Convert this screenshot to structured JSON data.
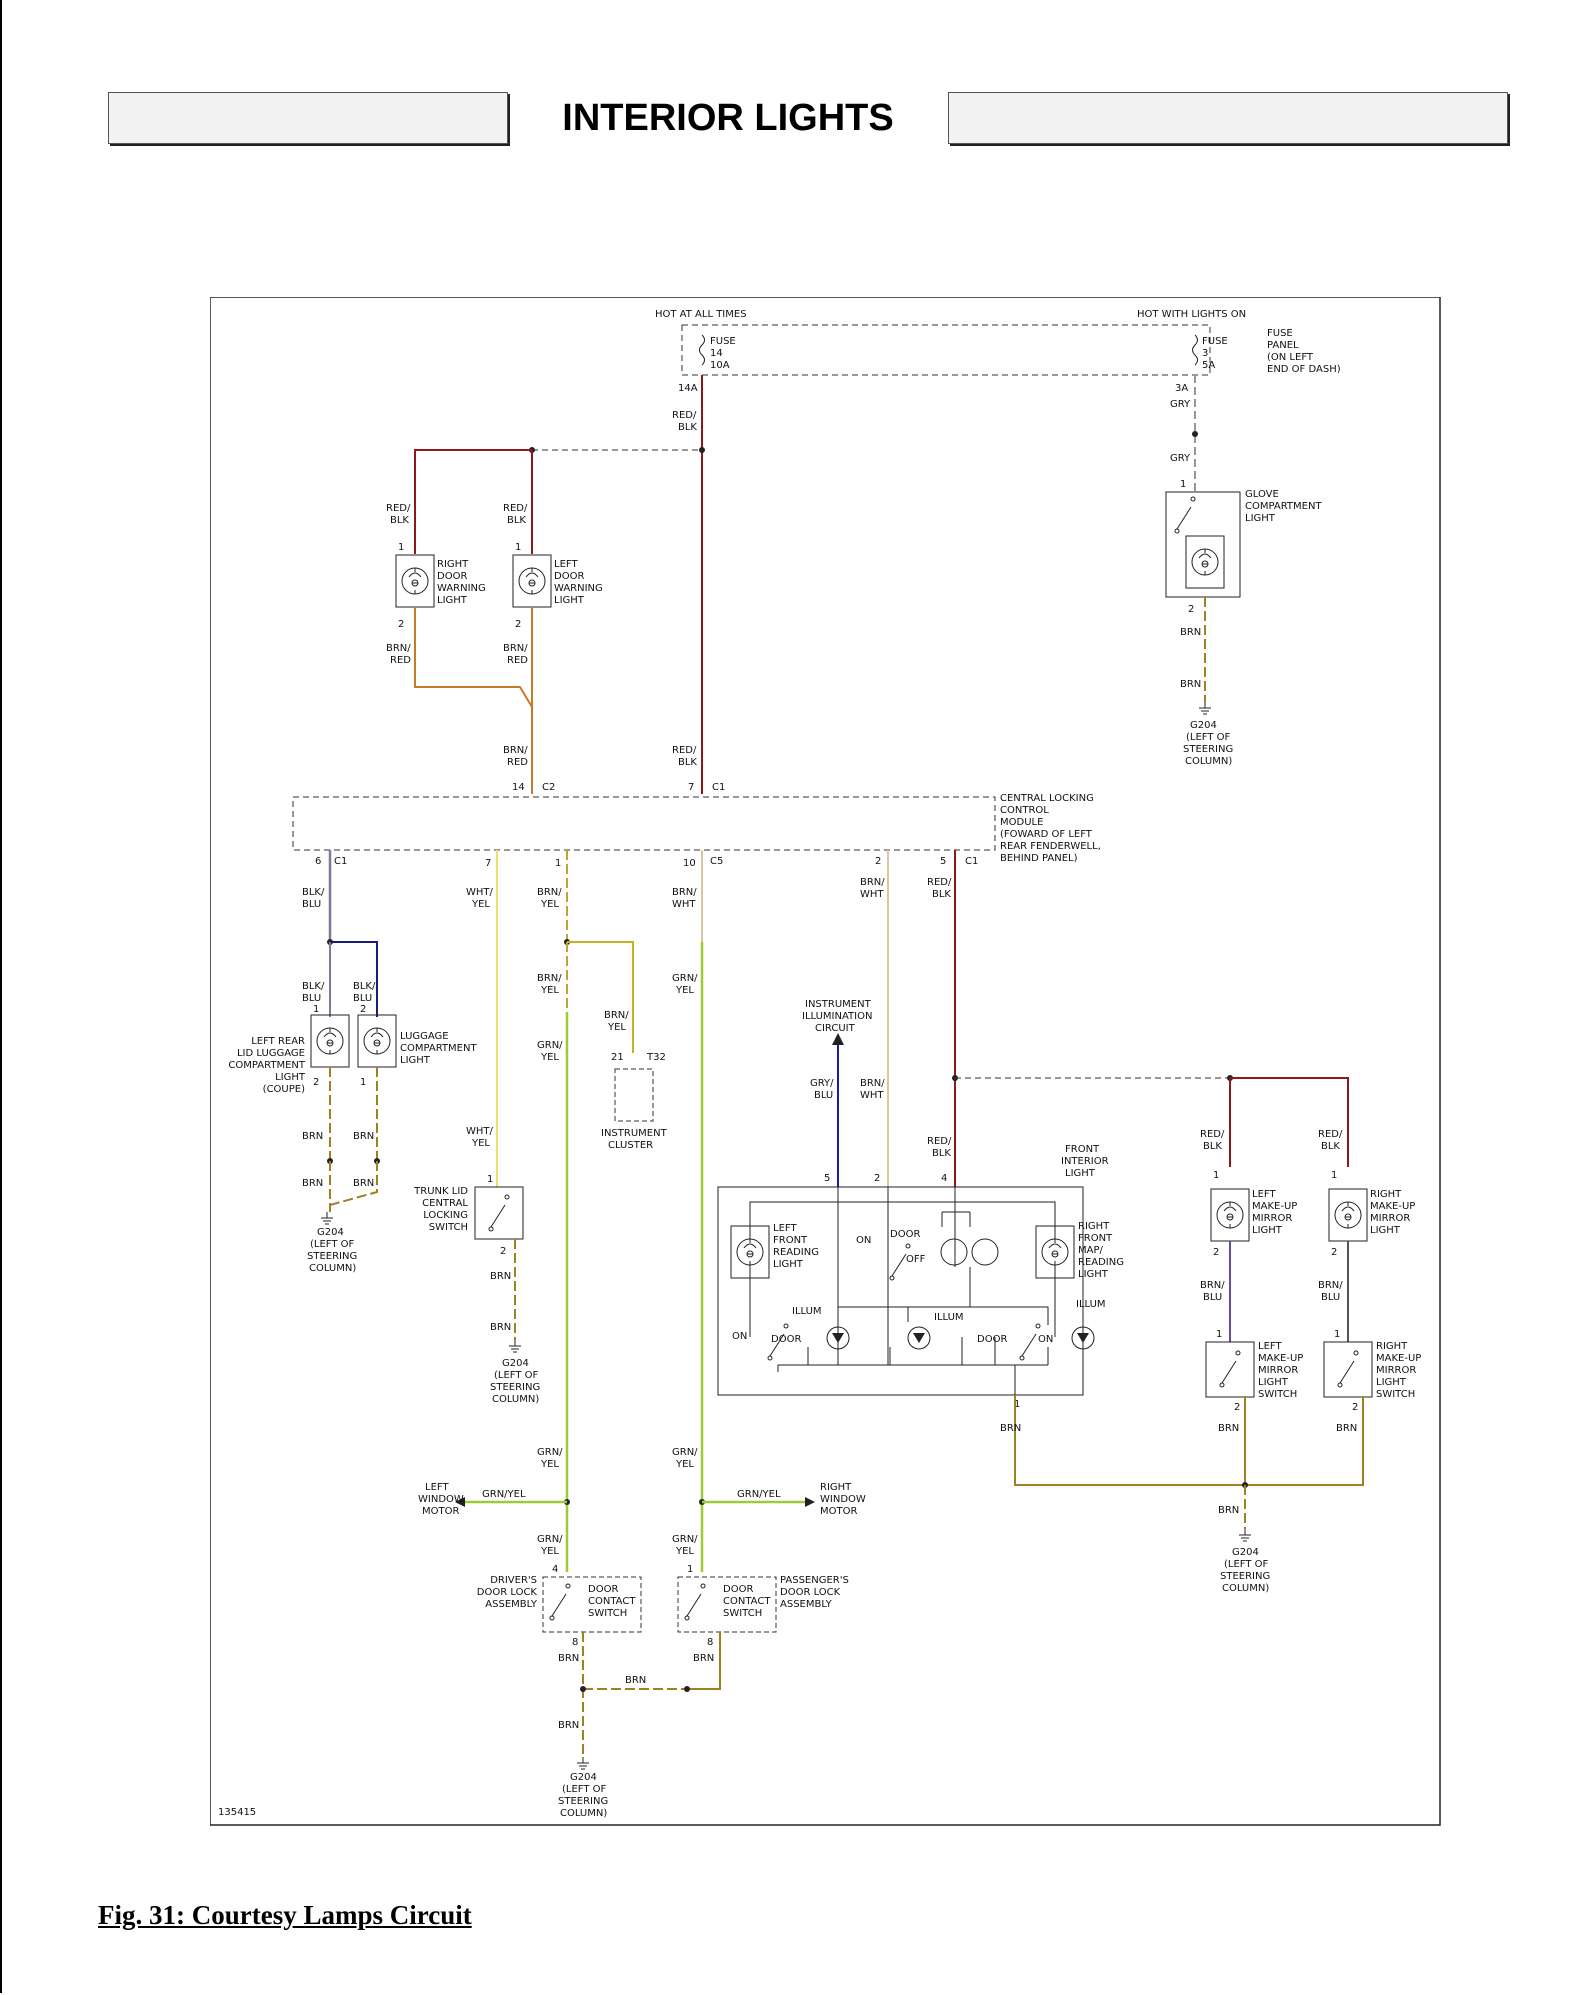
{
  "header": {
    "title": "INTERIOR LIGHTS"
  },
  "caption": "Fig. 31: Courtesy Lamps Circuit",
  "diagram": {
    "figure_id": "135415",
    "power": {
      "hot_always": "HOT AT ALL TIMES",
      "hot_lights": "HOT WITH LIGHTS ON",
      "fuse14": [
        "FUSE",
        "14",
        "10A"
      ],
      "fuse3": [
        "FUSE",
        "3",
        "5A"
      ],
      "fuse_panel": [
        "FUSE",
        "PANEL",
        "(ON LEFT",
        "END OF DASH)"
      ],
      "pin_14a": "14A",
      "pin_3a": "3A"
    },
    "wires": {
      "red_blk": [
        "RED/",
        "BLK"
      ],
      "gry": "GRY",
      "brn": "BRN",
      "brn_red": [
        "BRN/",
        "RED"
      ],
      "blk_blu": [
        "BLK/",
        "BLU"
      ],
      "wht_yel": [
        "WHT/",
        "YEL"
      ],
      "brn_yel": [
        "BRN/",
        "YEL"
      ],
      "brn_wht": [
        "BRN/",
        "WHT"
      ],
      "grn_yel": [
        "GRN/",
        "YEL"
      ],
      "gry_blu": [
        "GRY/",
        "BLU"
      ],
      "brn_blu": [
        "BRN/",
        "BLU"
      ],
      "grn_yel_inline": "GRN/YEL"
    },
    "components": {
      "right_door_warning": [
        "RIGHT",
        "DOOR",
        "WARNING",
        "LIGHT"
      ],
      "left_door_warning": [
        "LEFT",
        "DOOR",
        "WARNING",
        "LIGHT"
      ],
      "glove_compartment": [
        "GLOVE",
        "COMPARTMENT",
        "LIGHT"
      ],
      "central_locking": [
        "CENTRAL LOCKING",
        "CONTROL",
        "MODULE",
        "(FOWARD OF LEFT",
        "REAR FENDERWELL,",
        "BEHIND PANEL)"
      ],
      "left_rear_lid": [
        "LEFT REAR",
        "LID LUGGAGE",
        "COMPARTMENT",
        "LIGHT",
        "(COUPE)"
      ],
      "luggage_compartment": [
        "LUGGAGE",
        "COMPARTMENT",
        "LIGHT"
      ],
      "trunk_lid": [
        "TRUNK LID",
        "CENTRAL",
        "LOCKING",
        "SWITCH"
      ],
      "instrument_cluster": [
        "INSTRUMENT",
        "CLUSTER"
      ],
      "instrument_illumination": [
        "INSTRUMENT",
        "ILLUMINATION",
        "CIRCUIT"
      ],
      "front_interior": [
        "FRONT",
        "INTERIOR",
        "LIGHT"
      ],
      "left_front_reading": [
        "LEFT",
        "FRONT",
        "READING",
        "LIGHT"
      ],
      "right_front_map": [
        "RIGHT",
        "FRONT",
        "MAP/",
        "READING",
        "LIGHT"
      ],
      "left_makeup_mirror": [
        "LEFT",
        "MAKE-UP",
        "MIRROR",
        "LIGHT"
      ],
      "right_makeup_mirror": [
        "RIGHT",
        "MAKE-UP",
        "MIRROR",
        "LIGHT"
      ],
      "left_makeup_switch": [
        "LEFT",
        "MAKE-UP",
        "MIRROR",
        "LIGHT",
        "SWITCH"
      ],
      "right_makeup_switch": [
        "RIGHT",
        "MAKE-UP",
        "MIRROR",
        "LIGHT",
        "SWITCH"
      ],
      "left_window_motor": [
        "LEFT",
        "WINDOW",
        "MOTOR"
      ],
      "right_window_motor": [
        "RIGHT",
        "WINDOW",
        "MOTOR"
      ],
      "drivers_door_lock": [
        "DRIVER'S",
        "DOOR LOCK",
        "ASSEMBLY"
      ],
      "passengers_door_lock": [
        "PASSENGER'S",
        "DOOR LOCK",
        "ASSEMBLY"
      ],
      "door_contact_switch": [
        "DOOR",
        "CONTACT",
        "SWITCH"
      ],
      "switch_words": {
        "on": "ON",
        "off": "OFF",
        "door": "DOOR",
        "illum": "ILLUM"
      }
    },
    "ground": {
      "id": "G204",
      "location": [
        "(LEFT OF",
        "STEERING",
        "COLUMN)"
      ]
    },
    "connectors": {
      "c1": "C1",
      "c2": "C2",
      "c5": "C5",
      "t32": "T32"
    }
  }
}
